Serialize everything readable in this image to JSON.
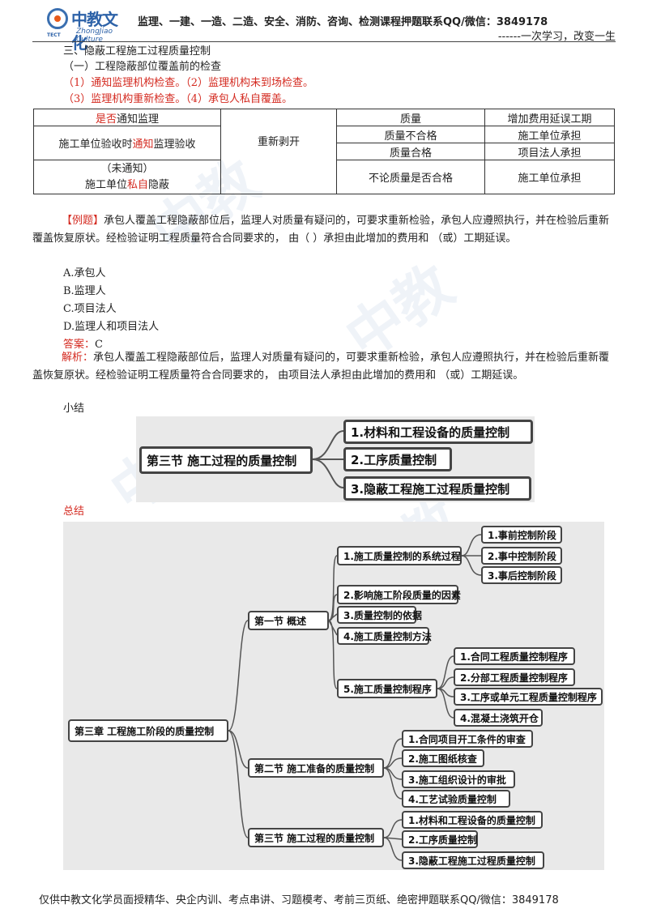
{
  "header": {
    "logo_cn": "中教文化",
    "logo_en": "ZhongJiao Culture",
    "logo_tag": "TECT",
    "courses": "监理、一建、一造、二造、安全、消防、咨询、检测课程押题联系QQ/微信：3849178",
    "slogan": "------一次学习，改变一生"
  },
  "section": {
    "title": "三、隐蔽工程施工过程质量控制",
    "sub": "（一）工程隐蔽部位覆盖前的检查",
    "line1": "（1）通知监理机构检查。（2）监理机构未到场检查。",
    "line2": "（3）监理机构重新检查。（4）承包人私自覆盖。"
  },
  "table": {
    "h1_a": "是否",
    "h1_b": "通知监理",
    "h2": "质量",
    "h3": "增加费用延误工期",
    "r1_a": "施工单位验收时",
    "r1_b": "通知",
    "r1_c": "监理验收",
    "mid": "重新剥开",
    "q1": "质量不合格",
    "c1": "施工单位承担",
    "q2": "质量合格",
    "c2": "项目法人承担",
    "r2_1": "（未通知）",
    "r2_2a": "施工单位",
    "r2_2b": "私自",
    "r2_2c": "隐蔽",
    "q3": "不论质量是否合格",
    "c3": "施工单位承担"
  },
  "example": {
    "tag": "【例题】",
    "text": "承包人覆盖工程隐蔽部位后，监理人对质量有疑问的，可要求重新检验，承包人应遵照执行，并在检验后重新覆盖恢复原状。经检验证明工程质量符合合同要求的，  由（      ）承担由此增加的费用和 （或）工期延误。",
    "options": [
      "A.承包人",
      "B.监理人",
      "C.项目法人",
      "D.监理人和项目法人"
    ],
    "answer_label": "答案：",
    "answer": "C",
    "analysis_label": "解析：",
    "analysis": "承包人覆盖工程隐蔽部位后，监理人对质量有疑问的，可要求重新检验，承包人应遵照执行，并在检验后重新覆盖恢复原状。经检验证明工程质量符合合同要求的， 由项目法人承担由此增加的费用和 （或）工期延误。"
  },
  "summary": {
    "label": "小结",
    "root": "第三节  施工过程的质量控制",
    "items": [
      "1.材料和工程设备的质量控制",
      "2.工序质量控制",
      "3.隐蔽工程施工过程质量控制"
    ]
  },
  "total": {
    "label": "总结",
    "root": "第三章 工程施工阶段的质量控制",
    "sec1": "第一节 概述",
    "s1_items": [
      "1.施工质量控制的系统过程",
      "2.影响施工阶段质量的因素",
      "3.质量控制的依据",
      "4.施工质量控制方法",
      "5.施工质量控制程序"
    ],
    "s1_sys": [
      "1.事前控制阶段",
      "2.事中控制阶段",
      "3.事后控制阶段"
    ],
    "s1_proc": [
      "1.合同工程质量控制程序",
      "2.分部工程质量控制程序",
      "3.工序或单元工程质量控制程序",
      "4.混凝土浇筑开仓"
    ],
    "sec2": "第二节 施工准备的质量控制",
    "s2_items": [
      "1.合同项目开工条件的审查",
      "2.施工图纸核查",
      "3.施工组织设计的审批",
      "4.工艺试验质量控制"
    ],
    "sec3": "第三节 施工过程的质量控制",
    "s3_items": [
      "1.材料和工程设备的质量控制",
      "2.工序质量控制",
      "3.隐蔽工程施工过程质量控制"
    ]
  },
  "footer": "仅供中教文化学员面授精华、央企内训、考点串讲、习题模考、考前三页纸、绝密押题联系QQ/微信：3849178"
}
